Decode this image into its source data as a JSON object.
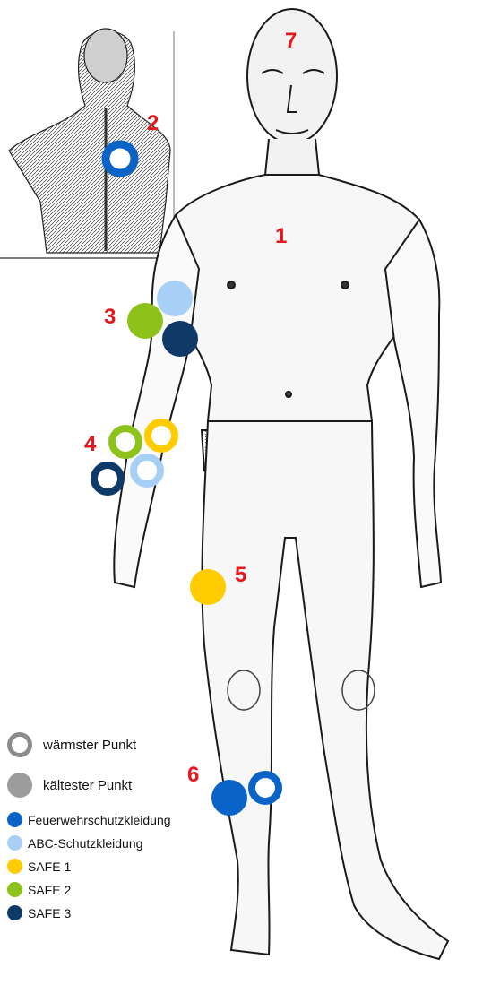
{
  "markers": {
    "m1": "1",
    "m2": "2",
    "m3": "3",
    "m4": "4",
    "m5": "5",
    "m6": "6",
    "m7": "7"
  },
  "legend": {
    "warm": "wärmster Punkt",
    "cold": "kältester Punkt",
    "items": [
      {
        "label": "Feuerwehrschutzkleidung",
        "color": "#0a63c6"
      },
      {
        "label": "ABC-Schutzkleidung",
        "color": "#a8cff6"
      },
      {
        "label": "SAFE 1",
        "color": "#ffcc00"
      },
      {
        "label": "SAFE 2",
        "color": "#8cc21a"
      },
      {
        "label": "SAFE 3",
        "color": "#0f3a68"
      }
    ]
  },
  "colors": {
    "feuerwehr": "#0a63c6",
    "abc": "#a8cff6",
    "safe1": "#ffcc00",
    "safe2": "#8cc21a",
    "safe3": "#0f3a68",
    "label_red": "#e8151b"
  }
}
